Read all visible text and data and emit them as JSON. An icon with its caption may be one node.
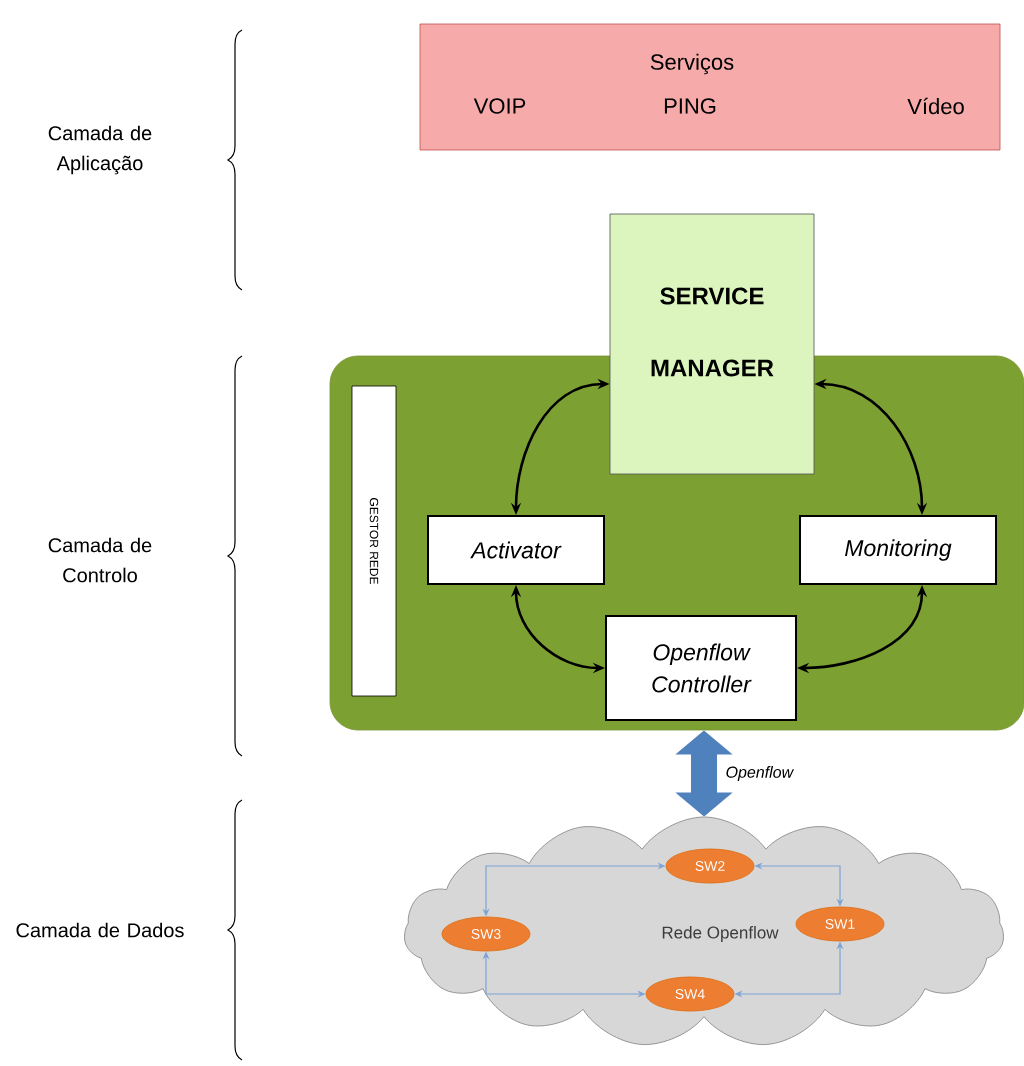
{
  "diagram": {
    "nodes": [
      {
        "text": [
          "Serviços",
          "VOIP",
          "PING",
          "Vídeo"
        ]
      },
      {
        "text": [],
        "shape": "box"
      },
      {
        "text": [
          "SERVICE MANAGER"
        ]
      },
      {
        "text": [
          "GESTOR REDE"
        ],
        "in": 1
      },
      {
        "text": [
          "Activator"
        ],
        "in": 1
      },
      {
        "text": [
          "Monitoring"
        ],
        "in": 1
      },
      {
        "text": [
          "Openflow Controller"
        ],
        "in": 1
      },
      {
        "text": [
          "Rede Openflow"
        ]
      },
      {
        "text": [
          "SW2"
        ],
        "in": 7
      },
      {
        "text": [
          "SW3"
        ],
        "in": 7
      },
      {
        "text": [
          "SW1"
        ],
        "in": 7
      },
      {
        "text": [
          "SW4"
        ],
        "in": 7
      }
    ],
    "edges": [
      {
        "from": 2,
        "to": 4,
        "arrow": "both"
      },
      {
        "from": 2,
        "to": 5,
        "arrow": "both"
      },
      {
        "from": 4,
        "to": 6,
        "arrow": "both"
      },
      {
        "from": 5,
        "to": 6,
        "arrow": "both"
      },
      {
        "from": 1,
        "to": 7,
        "arrow": "both",
        "label": "Openflow",
        "style": "thick",
        "color": "#4f81bd"
      },
      {
        "from": 9,
        "to": 8,
        "arrow": "both",
        "color": "#7da3d6"
      },
      {
        "from": 8,
        "to": 10,
        "arrow": "both",
        "color": "#7da3d6"
      },
      {
        "from": 9,
        "to": 11,
        "arrow": "both",
        "color": "#7da3d6"
      },
      {
        "from": 11,
        "to": 10,
        "arrow": "both",
        "color": "#7da3d6"
      }
    ],
    "labels": [
      "Camada de Aplicação",
      "Camada de Controlo",
      "Camada de Dados"
    ]
  }
}
